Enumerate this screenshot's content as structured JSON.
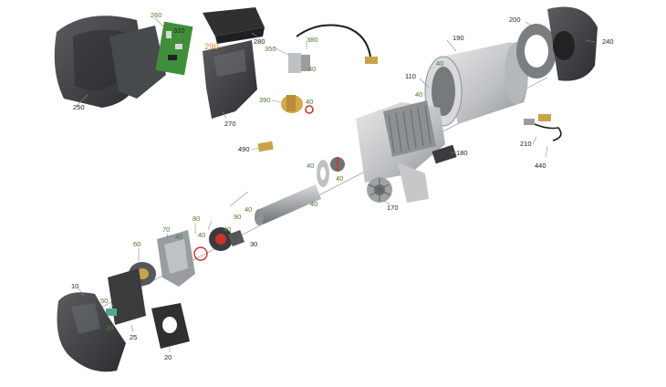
{
  "labels": {
    "l10": "10",
    "l20": "20",
    "l25": "25",
    "l30a": "30",
    "l30b": "30",
    "l40a": "40",
    "l40b": "40",
    "l40c": "40",
    "l40d": "40",
    "l40e": "40",
    "l40f": "40",
    "l40g": "40",
    "l40h": "40",
    "l40i": "40",
    "l40j": "40",
    "l40k": "40",
    "l50": "50",
    "l60": "60",
    "l70": "70",
    "l80": "80",
    "l90": "90",
    "l110": "110",
    "l170": "170",
    "l180": "180",
    "l190": "190",
    "l200": "200",
    "l210": "210",
    "l240": "240",
    "l250": "250",
    "l260": "260",
    "l270": "270",
    "l280": "280",
    "l290": "290",
    "l310": "310",
    "l350": "350",
    "l380": "380",
    "l390": "390",
    "l440": "440",
    "l490": "490"
  },
  "colors": {
    "housing_dark": "#3a3b3d",
    "housing_mid": "#55575a",
    "aluminium": "#c9cbcd",
    "aluminium_dark": "#9a9da0",
    "pcb_green": "#3f8f3a",
    "seal_red": "#c8342c",
    "brass": "#c9a24a",
    "label_green": "#4a7a2a",
    "label_orange": "#e08a30"
  }
}
